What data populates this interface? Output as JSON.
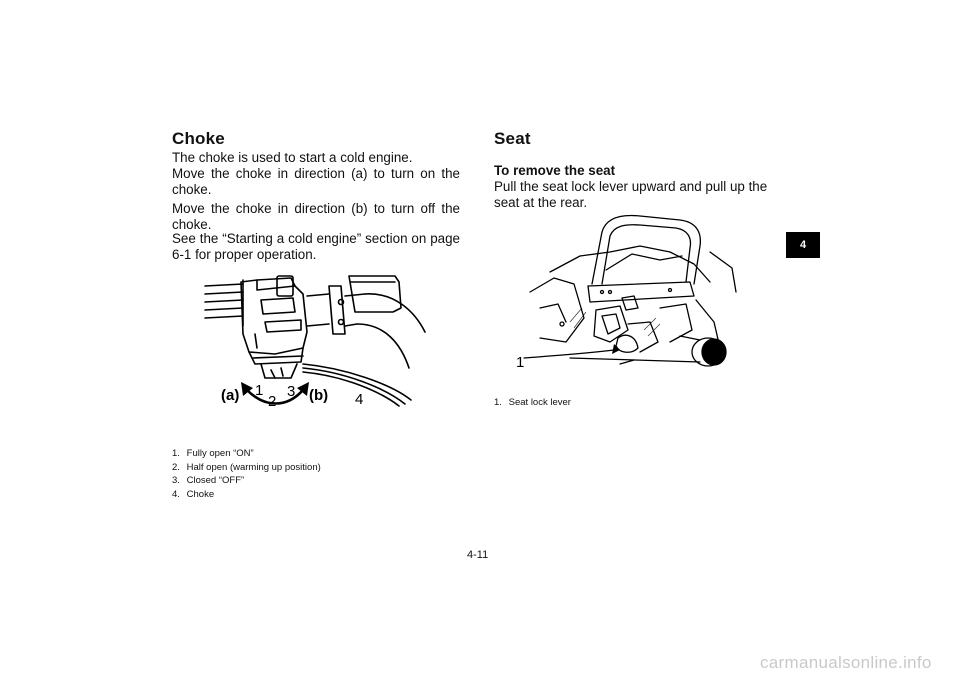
{
  "left": {
    "title": "Choke",
    "paragraphs": [
      "The choke is used to start a cold engine.",
      "Move the choke in direction (a) to turn on the choke.",
      "Move the choke in direction (b) to turn off the choke.",
      "See the “Starting a cold engine” section on page 6-1 for proper operation."
    ],
    "figure_labels": {
      "a": "(a)",
      "b": "(b)",
      "n1": "1",
      "n2": "2",
      "n3": "3",
      "n4": "4"
    },
    "captions": [
      {
        "num": "1.",
        "text": "Fully open “ON”"
      },
      {
        "num": "2.",
        "text": "Half open (warming up position)"
      },
      {
        "num": "3.",
        "text": "Closed “OFF”"
      },
      {
        "num": "4.",
        "text": "Choke"
      }
    ]
  },
  "right": {
    "title": "Seat",
    "subheading": "To remove the seat",
    "paragraph": "Pull the seat lock lever upward and pull up the seat at the rear.",
    "figure_labels": {
      "n1": "1"
    },
    "captions": [
      {
        "num": "1.",
        "text": "Seat lock lever"
      }
    ]
  },
  "chapter_tab": "4",
  "page_number": "4-11",
  "watermark": "carmanualsonline.info"
}
